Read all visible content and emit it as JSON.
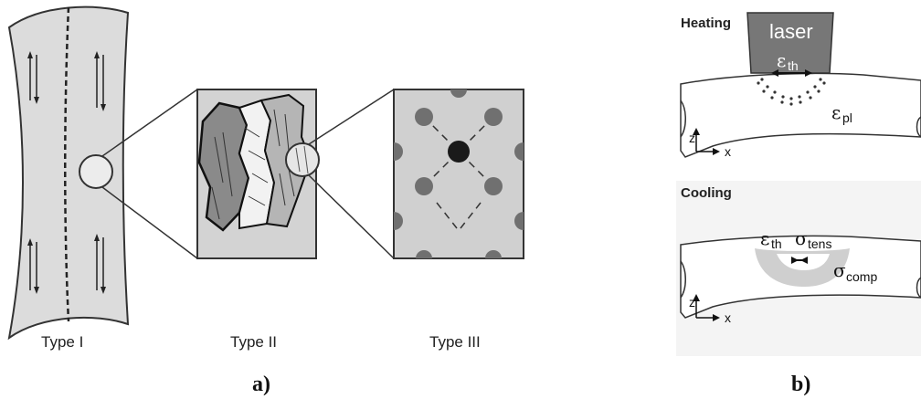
{
  "panel_a": {
    "labels": [
      "Type I",
      "Type II",
      "Type III"
    ],
    "caption": "a)"
  },
  "panel_b": {
    "heating_title": "Heating",
    "cooling_title": "Cooling",
    "laser_label": "laser",
    "eps_symbol": "ε",
    "sigma_symbol": "σ",
    "th_sub": "th",
    "pl_sub": "pl",
    "tens_sub": "tens",
    "comp_sub": "comp",
    "axis_z": "z",
    "axis_x": "x",
    "caption": "b)"
  },
  "colors": {
    "strip_fill": "#dcdcdc",
    "dark_grain": "#8a8a8a",
    "mid_grain": "#b5b5b5",
    "atom": "#707070",
    "atom_center": "#1a1a1a",
    "laser_fill": "#777777"
  }
}
